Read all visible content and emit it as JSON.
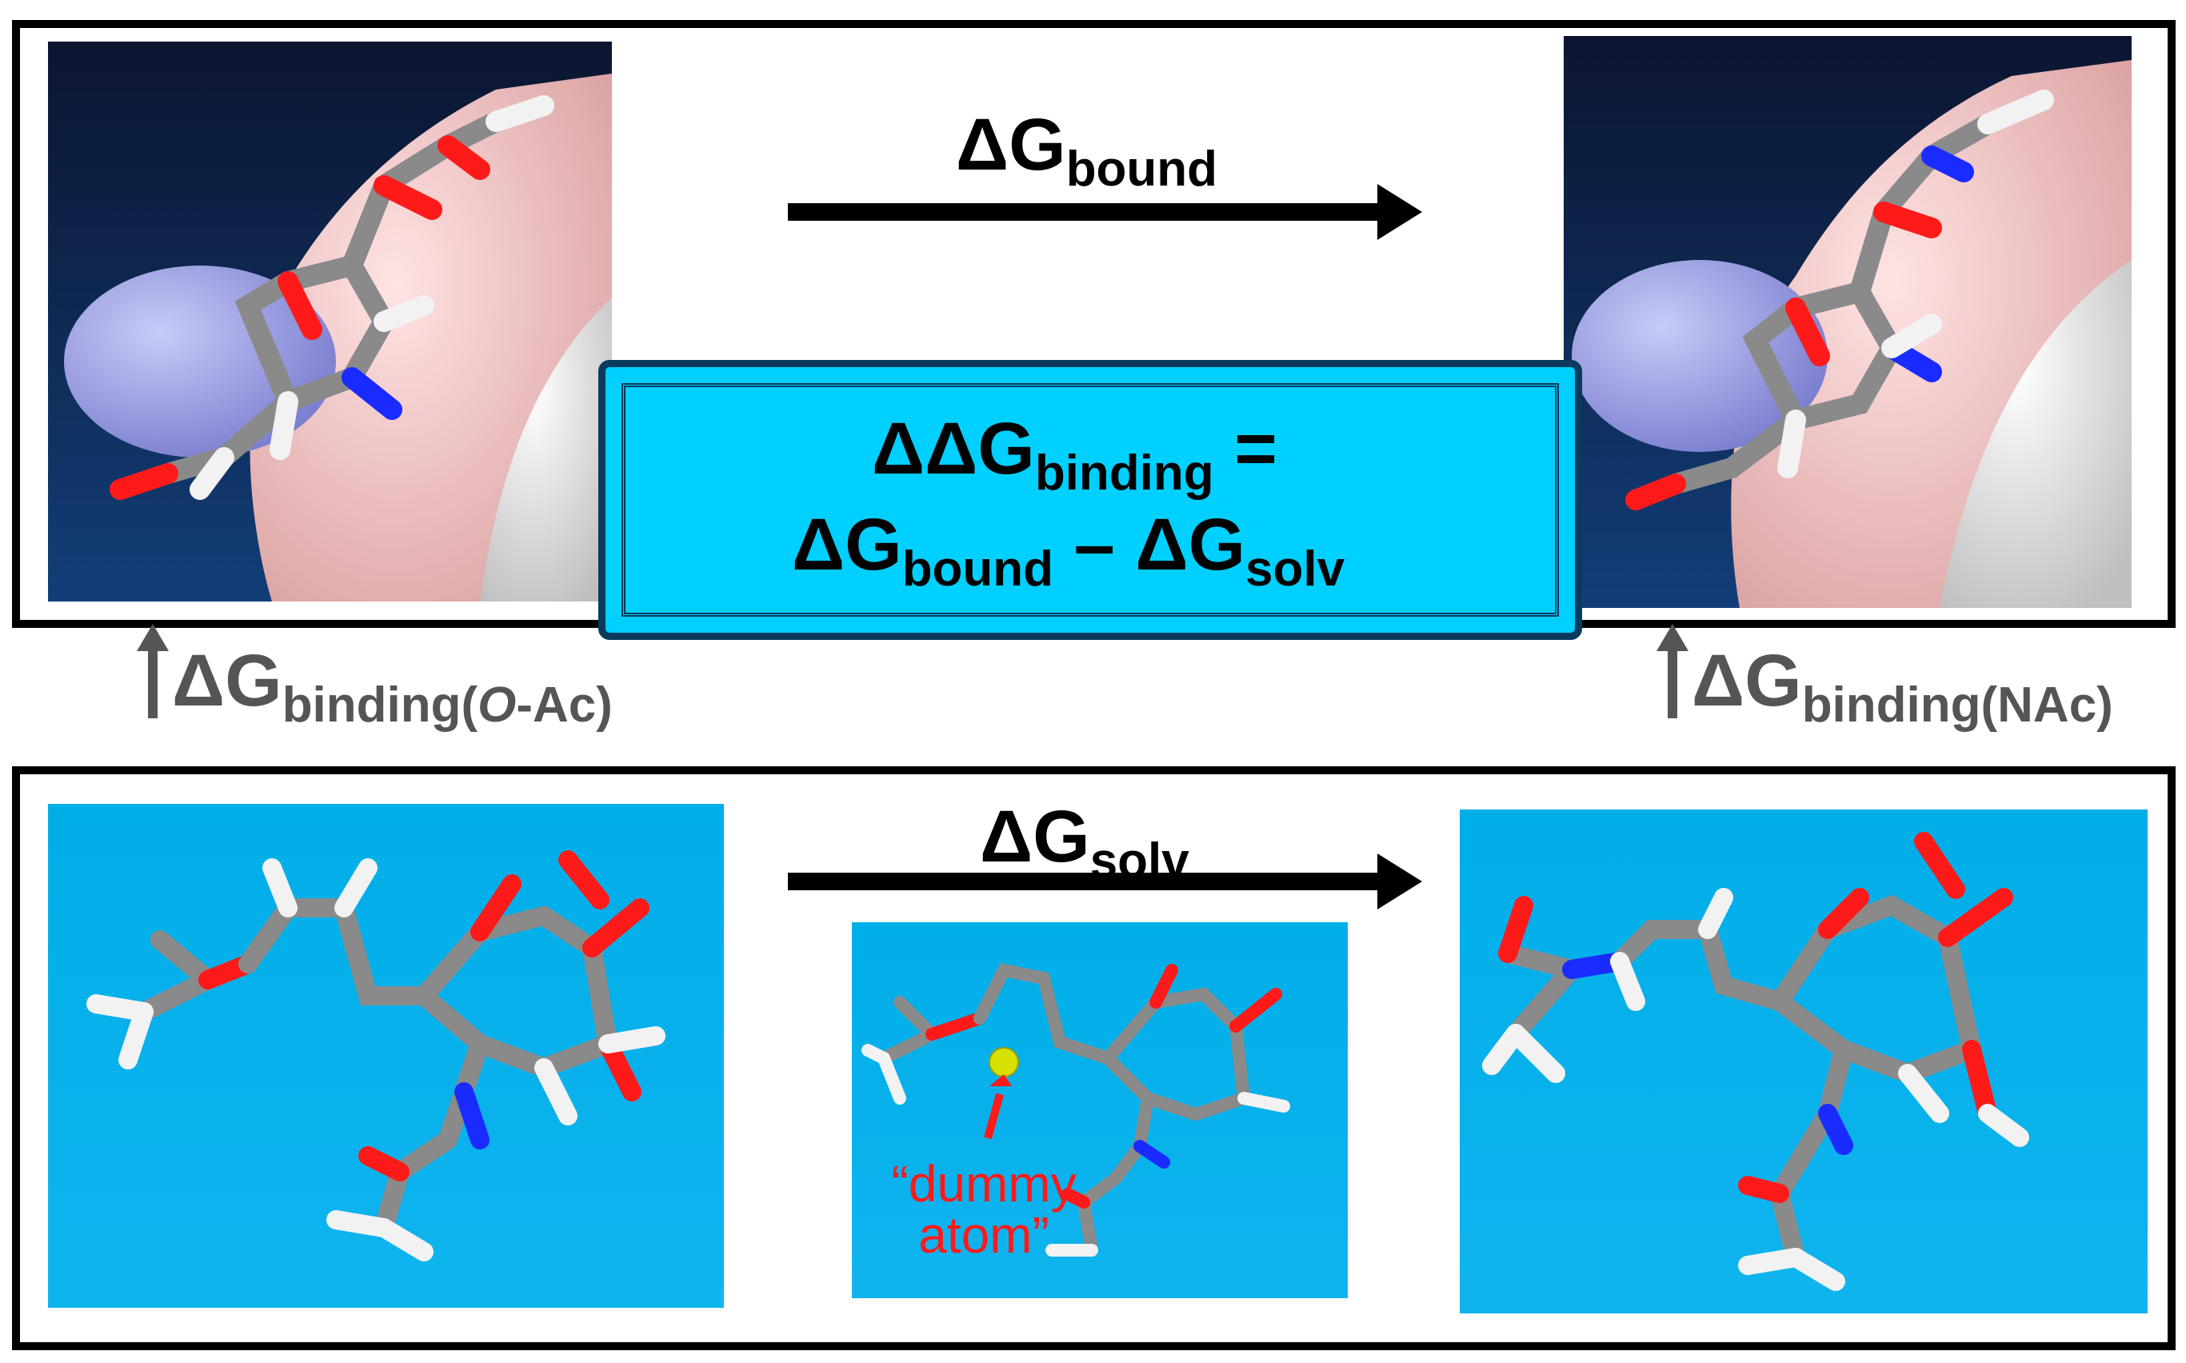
{
  "top": {
    "dg_bound": {
      "symbol": "ΔG",
      "subscript": "bound"
    },
    "equation": {
      "line1_symbol": "ΔΔG",
      "line1_subscript": "binding",
      "line1_tail": " =",
      "line2_a_symbol": "ΔG",
      "line2_a_subscript": "bound",
      "line2_op": " – ",
      "line2_b_symbol": "ΔG",
      "line2_b_subscript": "solv"
    }
  },
  "side_labels": {
    "left": {
      "symbol": "ΔG",
      "sub_pre": "binding(",
      "sub_italic": "O",
      "sub_post": "-Ac)"
    },
    "right": {
      "symbol": "ΔG",
      "subscript": "binding(NAc)"
    }
  },
  "bottom": {
    "dg_solv": {
      "symbol": "ΔG",
      "subscript": "solv"
    },
    "dummy_label_line1": "“dummy",
    "dummy_label_line2": "atom”"
  },
  "colors": {
    "carbon": "#8a8a8a",
    "oxygen": "#ff1a1a",
    "nitrogen": "#1a2bff",
    "hydrogen": "#f2f2f2",
    "solvent_bg": "#00adef",
    "equation_fill": "#00d0ff",
    "equation_border": "#0a3a5e",
    "dummy_atom": "#d7e000"
  }
}
